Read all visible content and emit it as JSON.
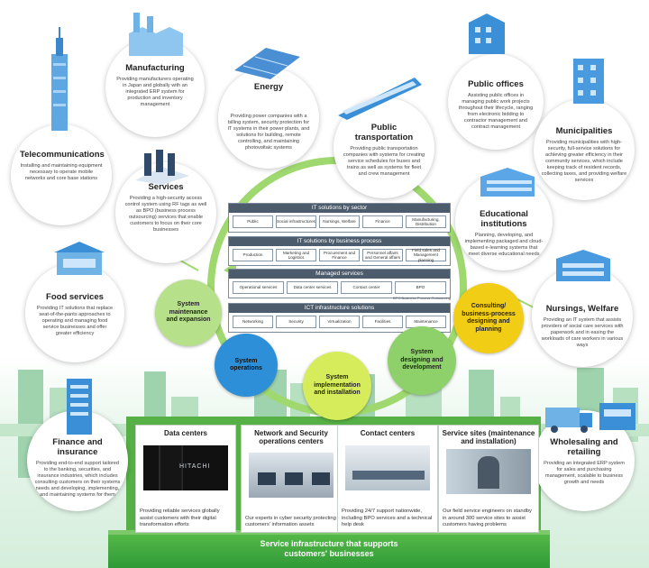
{
  "sectors": {
    "manufacturing": {
      "title": "Manufacturing",
      "desc": "Providing manufacturers operating in Japan and globally with an integrated ERP system for production and inventory management"
    },
    "energy": {
      "title": "Energy",
      "desc": "Providing power companies with a billing system, security protection for IT systems in their power plants, and solutions for building, remote controlling, and maintaining photovoltaic systems"
    },
    "transport": {
      "title": "Public transportation",
      "desc": "Providing public transportation companies with systems for creating service schedules for buses and trains as well as systems for fleet and crew management"
    },
    "public": {
      "title": "Public offices",
      "desc": "Assisting public offices in managing public work projects throughout their lifecycle, ranging from electronic bidding to contractor management and contract management"
    },
    "municipalities": {
      "title": "Municipalities",
      "desc": "Providing municipalities with high-security, full-service solutions for achieving greater efficiency in their community services, which include keeping track of resident records, collecting taxes, and providing welfare services"
    },
    "telecom": {
      "title": "Telecommunications",
      "desc": "Installing and maintaining equipment necessary to operate mobile networks and core base stations"
    },
    "services": {
      "title": "Services",
      "desc": "Providing a high-security access control system using RF tags as well as BPO (business process outsourcing) services that enable customers to focus on their core businesses"
    },
    "education": {
      "title": "Educational institutions",
      "desc": "Planning, developing, and implementing packaged and cloud-based e-learning systems that meet diverse educational needs"
    },
    "food": {
      "title": "Food services",
      "desc": "Providing IT solutions that replace seat-of-the-pants approaches to operating and managing food service businesses and offer greater efficiency"
    },
    "nursing": {
      "title": "Nursings, Welfare",
      "desc": "Providing an IT system that assists providers of social care services with paperwork and in easing the workloads of care workers in various ways"
    },
    "finance": {
      "title": "Finance and insurance",
      "desc": "Providing end-to-end support tailored to the banking, securities, and insurance industries, which includes consulting customers on their systems needs and developing, implementing, and maintaining systems for them"
    },
    "wholesale": {
      "title": "Wholesaling and retailing",
      "desc": "Providing an integrated ERP system for sales and purchasing management, scalable to business growth and needs"
    }
  },
  "it_solutions": {
    "sector": {
      "title": "IT solutions by sector",
      "items": [
        "Public",
        "Social infrastructures",
        "Nursings, Welfare",
        "Finance",
        "Manufacturing, Distribution"
      ]
    },
    "process": {
      "title": "IT solutions by business process",
      "items": [
        "Production",
        "Marketing and Logistics",
        "Procurement and Finance",
        "Personnel affairs and General affairs",
        "Field sales and Management planning"
      ]
    },
    "managed": {
      "title": "Managed services",
      "items": [
        "Operational services",
        "Data center services",
        "Contact center",
        "BPO"
      ],
      "note": "BPO:Business Process Outsourcing"
    },
    "ict": {
      "title": "ICT infrastructure solutions",
      "items": [
        "Networking",
        "Security",
        "Virtualization",
        "Facilities",
        "Maintenance"
      ]
    }
  },
  "cycle": {
    "maintenance": "System maintenance and expansion",
    "consulting": "Consulting/ business-process designing and planning",
    "design": "System designing and development",
    "implementation": "System implementation and installation",
    "operations": "System operations"
  },
  "infrastructure": {
    "data_centers": {
      "title": "Data centers",
      "desc": "Providing reliable services globally assist customers with their digital transformation efforts",
      "sign": "HITACHI"
    },
    "security_centers": {
      "title": "Network and Security operations centers",
      "desc": "Our experts in cyber security protecting customers' information assets"
    },
    "contact_centers": {
      "title": "Contact centers",
      "desc": "Providing 24/7 support nationwide, including BPO services and a technical help desk"
    },
    "service_sites": {
      "title": "Service sites (maintenance and installation)",
      "desc": "Our field service engineers on standby in around 300 service sites to assist customers having problems"
    },
    "base_label": "Service infrastructure that supports customers' businesses"
  },
  "colors": {
    "green": "#4daf3f",
    "light_green": "#b6e08a",
    "blue": "#2e8fd9",
    "panel_header": "#4c5c6c"
  }
}
